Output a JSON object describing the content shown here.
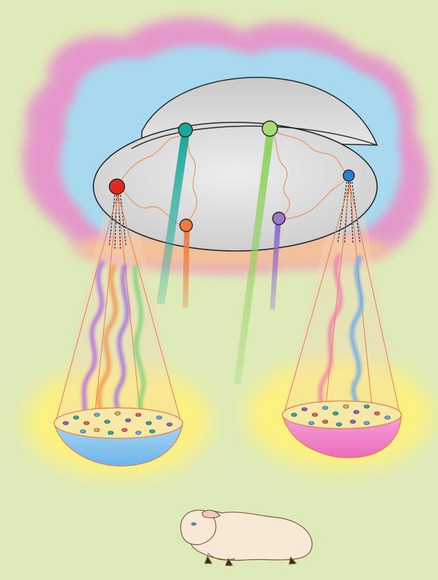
{
  "scene": {
    "background": "#dfeab9",
    "aura_colors": {
      "outer": "#e58ccd",
      "inner": "#a9d9ee",
      "band": "#f4c39a"
    },
    "disc_fill": "#d5d5d5",
    "nodes": [
      {
        "name": "red-node",
        "color": "#e0291f"
      },
      {
        "name": "teal-node",
        "color": "#1aa89a"
      },
      {
        "name": "orange-node",
        "color": "#ef7a3c"
      },
      {
        "name": "lightgreen-node",
        "color": "#a8d97a"
      },
      {
        "name": "purple-node",
        "color": "#9b78c9"
      },
      {
        "name": "blue-node",
        "color": "#2b7fd0"
      }
    ],
    "bowls": [
      {
        "name": "left-bowl",
        "color": "#8ec7ef"
      },
      {
        "name": "right-bowl",
        "color": "#f084c8"
      }
    ],
    "wavy_beam_colors": [
      "#b06ae0",
      "#f0964a",
      "#a070e0",
      "#7fd07a",
      "#f07fa8",
      "#6aa6e8"
    ],
    "glow_color": "#fff27a",
    "bowl_rim_color": "#f8e8a8",
    "animal": "lying-lamb"
  }
}
